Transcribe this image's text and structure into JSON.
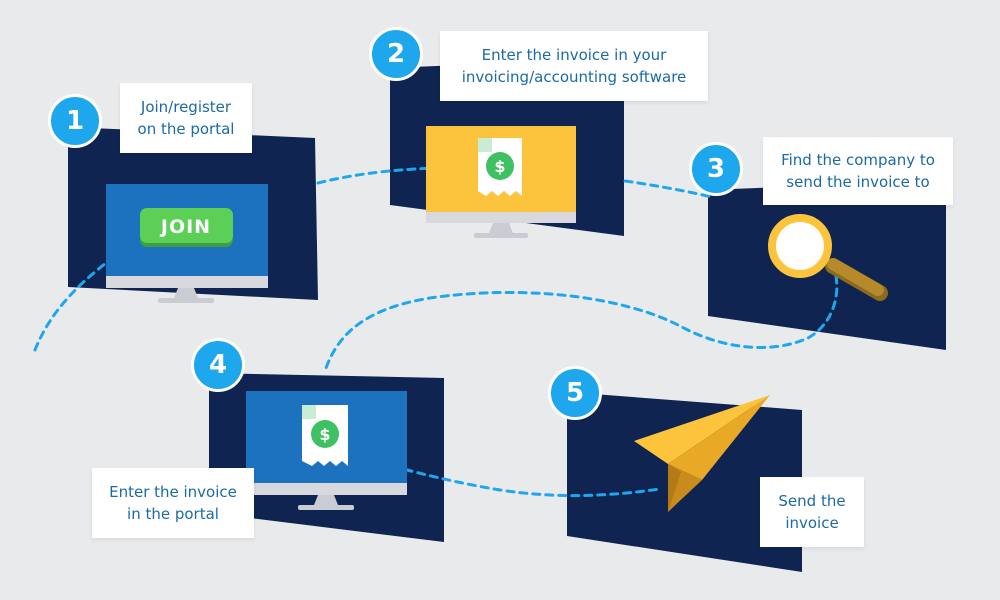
{
  "steps": [
    {
      "number": "1",
      "lines": [
        "Join/register",
        "on the portal"
      ]
    },
    {
      "number": "2",
      "lines": [
        "Enter the invoice in your",
        "invoicing/accounting software"
      ]
    },
    {
      "number": "3",
      "lines": [
        "Find the company to",
        "send the invoice to"
      ]
    },
    {
      "number": "4",
      "lines": [
        "Enter the invoice",
        "in the portal"
      ]
    },
    {
      "number": "5",
      "lines": [
        "Send the",
        "invoice"
      ]
    }
  ],
  "join_button_label": "JOIN",
  "currency_symbol": "$",
  "colors": {
    "background": "#e9eaec",
    "panel": "#0f2451",
    "badge": "#1ea7ec",
    "screen_blue": "#1c72bf",
    "screen_yellow": "#fcc33d",
    "join_green": "#5ccf57",
    "dashed_path": "#1ea7ec",
    "label_text": "#1b6aa6",
    "plane": "#fcc33d"
  }
}
